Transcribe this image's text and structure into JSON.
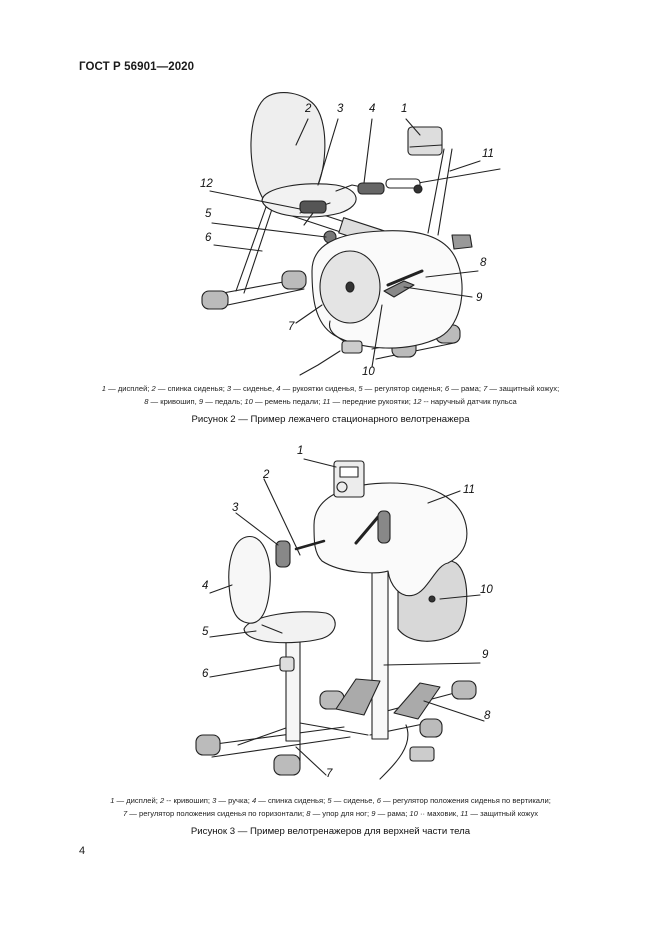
{
  "header": {
    "standard": "ГОСТ Р 56901—2020"
  },
  "figure2": {
    "callouts": [
      "1",
      "2",
      "3",
      "4",
      "5",
      "6",
      "7",
      "8",
      "9",
      "10",
      "11",
      "12"
    ],
    "legend_line1": [
      {
        "n": "1",
        "t": " — дисплей; "
      },
      {
        "n": "2",
        "t": " — спинка сиденья; "
      },
      {
        "n": "3",
        "t": " — сиденье, "
      },
      {
        "n": "4",
        "t": " — рукоятки сиденья, "
      },
      {
        "n": "5",
        "t": " — регулятор сиденья; "
      },
      {
        "n": "6",
        "t": " — рама; "
      },
      {
        "n": "7",
        "t": " — защитный кожух;"
      }
    ],
    "legend_line2": [
      {
        "n": "8",
        "t": " — кривошип, "
      },
      {
        "n": "9",
        "t": " — педаль; "
      },
      {
        "n": "10",
        "t": " — ремень педали; "
      },
      {
        "n": "11",
        "t": " — передние рукоятки; "
      },
      {
        "n": "12",
        "t": " -- наручный датчик пульса"
      }
    ],
    "caption": "Рисунок 2 — Пример лежачего стационарного велотренажера"
  },
  "figure3": {
    "callouts": [
      "1",
      "2",
      "3",
      "4",
      "5",
      "6",
      "7",
      "8",
      "9",
      "10",
      "11"
    ],
    "legend_line1": [
      {
        "n": "1",
        "t": " — дисплей; "
      },
      {
        "n": "2",
        "t": " -- кривошип; "
      },
      {
        "n": "3",
        "t": " — ручка; "
      },
      {
        "n": "4",
        "t": " — спинка сиденья; "
      },
      {
        "n": "5",
        "t": " — сиденье, "
      },
      {
        "n": "6",
        "t": " — регулятор положения сиденья по вертикали;"
      }
    ],
    "legend_line2": [
      {
        "n": "7",
        "t": " — регулятор положения сиденья по горизонтали; "
      },
      {
        "n": "8",
        "t": " — упор для ног; "
      },
      {
        "n": "9",
        "t": " — рама; "
      },
      {
        "n": "10",
        "t": " ·· маховик, "
      },
      {
        "n": "11",
        "t": " — защитный кожух"
      }
    ],
    "caption": "Рисунок 3 — Пример велотренажеров для верхней части тела"
  },
  "footer": {
    "page_number": "4"
  }
}
